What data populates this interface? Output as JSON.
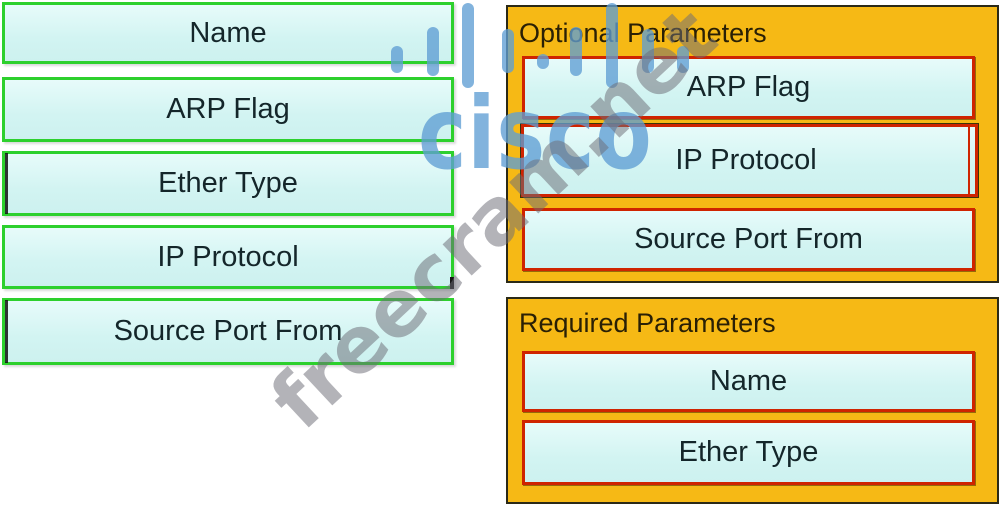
{
  "left_tray": {
    "items": [
      {
        "label": "Name"
      },
      {
        "label": "ARP Flag"
      },
      {
        "label": "Ether Type"
      },
      {
        "label": "IP Protocol"
      },
      {
        "label": "Source Port From"
      }
    ]
  },
  "optional_panel": {
    "title": "Optional Parameters",
    "items": [
      {
        "label": "ARP Flag"
      },
      {
        "label": "IP Protocol",
        "nested": true
      },
      {
        "label": "Source Port From"
      }
    ]
  },
  "required_panel": {
    "title": "Required Parameters",
    "items": [
      {
        "label": "Name"
      },
      {
        "label": "Ether Type"
      }
    ]
  },
  "watermarks": {
    "cisco_text": "cisco",
    "cisco_logo_icon": "cisco-signal-bars-icon",
    "site_text": "freecram.net"
  },
  "colors": {
    "item_green_border": "#2dd02d",
    "box_cyan_fill": "#d2f4f2",
    "panel_orange_fill": "#f6b915",
    "panel_dark_border": "#2a2917",
    "slot_red_border": "#cf2400",
    "label_text": "#14262a",
    "title_text": "#2a2005",
    "cisco_blue": "#5f9ed4",
    "watermark_gray": "#6e6e76"
  }
}
